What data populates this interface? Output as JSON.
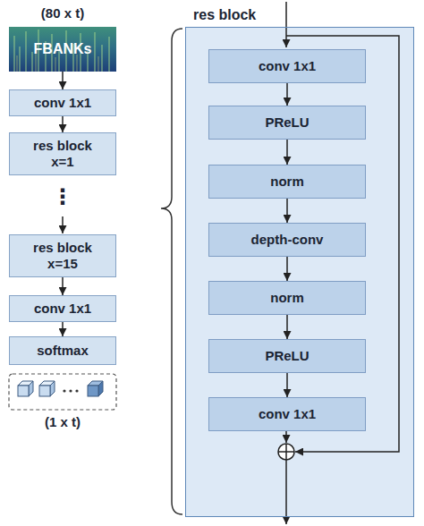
{
  "diagram": {
    "nodes": [
      {
        "text": [
          "FBANKs"
        ]
      },
      {
        "text": [
          "conv 1x1"
        ]
      },
      {
        "text": [
          "res block x=1"
        ]
      },
      {
        "text": [
          "res block x=15"
        ]
      },
      {
        "text": [
          "conv 1x1"
        ]
      },
      {
        "text": [
          "softmax"
        ]
      },
      {
        "text": [
          "res block"
        ]
      },
      {
        "text": [
          "conv 1x1"
        ],
        "in": 6
      },
      {
        "text": [
          "PReLU"
        ],
        "in": 6
      },
      {
        "text": [
          "norm"
        ],
        "in": 6
      },
      {
        "text": [
          "depth-conv"
        ],
        "in": 6
      },
      {
        "text": [
          "norm"
        ],
        "in": 6
      },
      {
        "text": [
          "PReLU"
        ],
        "in": 6
      },
      {
        "text": [
          "conv 1x1"
        ],
        "in": 6
      }
    ],
    "edges": [
      {
        "from": 0,
        "to": 1,
        "arrow": "to"
      },
      {
        "from": 1,
        "to": 2,
        "arrow": "to"
      },
      {
        "from": 3,
        "to": 4,
        "arrow": "to"
      },
      {
        "from": 4,
        "to": 5,
        "arrow": "to"
      },
      {
        "from": 7,
        "to": 8,
        "arrow": "to"
      },
      {
        "from": 8,
        "to": 9,
        "arrow": "to"
      },
      {
        "from": 9,
        "to": 10,
        "arrow": "to"
      },
      {
        "from": 10,
        "to": 11,
        "arrow": "to"
      },
      {
        "from": 11,
        "to": 12,
        "arrow": "to"
      },
      {
        "from": 12,
        "to": 13,
        "arrow": "to"
      }
    ],
    "labels": [
      "(80 x t)",
      "⋮",
      "(1 x t)"
    ]
  }
}
